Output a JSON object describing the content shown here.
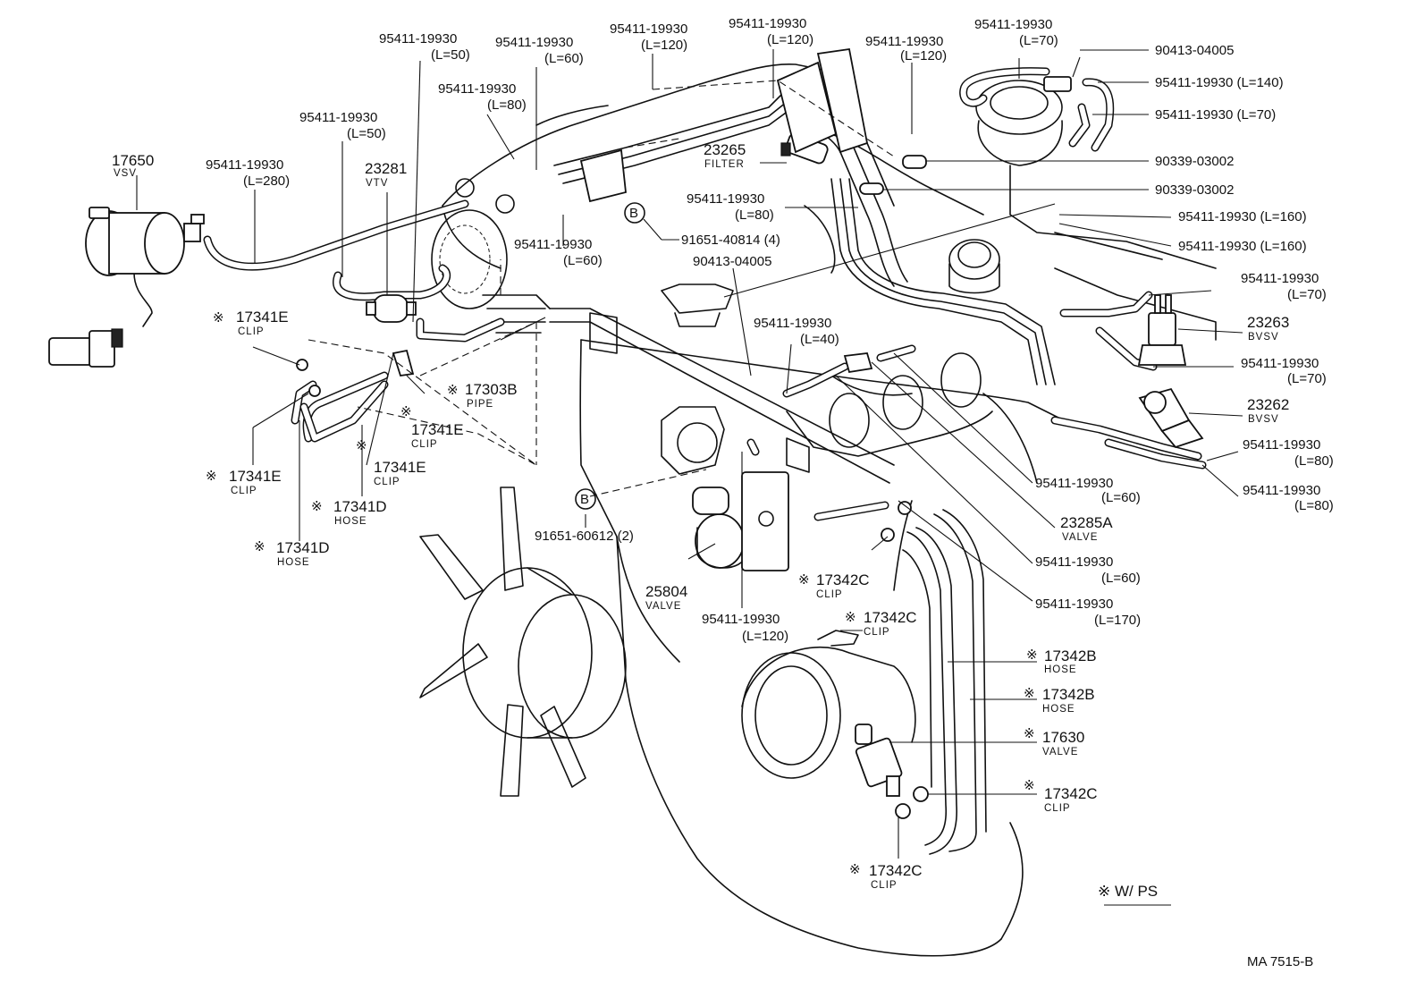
{
  "labels": {
    "vsv_num": "17650",
    "vsv_name": "VSV",
    "hose_l280_num": "95411-19930",
    "hose_l280_len": "(L=280)",
    "vtv_num": "23281",
    "vtv_name": "VTV",
    "hose_l50a_num": "95411-19930",
    "hose_l50a_len": "(L=50)",
    "hose_l50b_num": "95411-19930",
    "hose_l50b_len": "(L=50)",
    "hose_l60a_num": "95411-19930",
    "hose_l60a_len": "(L=60)",
    "hose_l80a_num": "95411-19930",
    "hose_l80a_len": "(L=80)",
    "hose_l120a_num": "95411-19930",
    "hose_l120a_len": "(L=120)",
    "hose_l120b_num": "95411-19930",
    "hose_l120b_len": "(L=120)",
    "hose_l120c_num": "95411-19930",
    "hose_l120c_len": "(L=120)",
    "hose_l70top_num": "95411-19930",
    "hose_l70top_len": "(L=70)",
    "clamp_04005_top": "90413-04005",
    "hose_l140": "95411-19930 (L=140)",
    "hose_l70b": "95411-19930 (L=70)",
    "plug_03002a": "90339-03002",
    "plug_03002b": "90339-03002",
    "filter_num": "23265",
    "filter_name": "FILTER",
    "hose_l80b_num": "95411-19930",
    "hose_l80b_len": "(L=80)",
    "hose_l160a": "95411-19930 (L=160)",
    "hose_l160b": "95411-19930 (L=160)",
    "bolt_40814": "91651-40814 (4)",
    "hose_l60b_num": "95411-19930",
    "hose_l60b_len": "(L=60)",
    "clamp_04005_mid": "90413-04005",
    "hose_l70c_num": "95411-19930",
    "hose_l70c_len": "(L=70)",
    "bvsv_23263_num": "23263",
    "bvsv_23263_name": "BVSV",
    "hose_l70d_num": "95411-19930",
    "hose_l70d_len": "(L=70)",
    "bvsv_23262_num": "23262",
    "bvsv_23262_name": "BVSV",
    "hose_l80c_num": "95411-19930",
    "hose_l80c_len": "(L=80)",
    "hose_l80d_num": "95411-19930",
    "hose_l80d_len": "(L=80)",
    "hose_l40_num": "95411-19930",
    "hose_l40_len": "(L=40)",
    "clip_17341e_a_num": "17341E",
    "clip_17341e_a_name": "CLIP",
    "pipe_17303b_num": "17303B",
    "pipe_17303b_name": "PIPE",
    "clip_17341e_b_num": "17341E",
    "clip_17341e_b_name": "CLIP",
    "clip_17341e_c_num": "17341E",
    "clip_17341e_c_name": "CLIP",
    "clip_17341e_d_num": "17341E",
    "clip_17341e_d_name": "CLIP",
    "hose_17341d_a_num": "17341D",
    "hose_17341d_a_name": "HOSE",
    "hose_17341d_b_num": "17341D",
    "hose_17341d_b_name": "HOSE",
    "hose_l60c_num": "95411-19930",
    "hose_l60c_len": "(L=60)",
    "valve_23285a_num": "23285A",
    "valve_23285a_name": "VALVE",
    "hose_l60d_num": "95411-19930",
    "hose_l60d_len": "(L=60)",
    "hose_l170_num": "95411-19930",
    "hose_l170_len": "(L=170)",
    "bolt_60612": "91651-60612 (2)",
    "valve_25804_num": "25804",
    "valve_25804_name": "VALVE",
    "hose_l120d_num": "95411-19930",
    "hose_l120d_len": "(L=120)",
    "clip_17342c_a_num": "17342C",
    "clip_17342c_a_name": "CLIP",
    "clip_17342c_b_num": "17342C",
    "clip_17342c_b_name": "CLIP",
    "hose_17342b_a_num": "17342B",
    "hose_17342b_a_name": "HOSE",
    "hose_17342b_b_num": "17342B",
    "hose_17342b_b_name": "HOSE",
    "valve_17630_num": "17630",
    "valve_17630_name": "VALVE",
    "clip_17342c_c_num": "17342C",
    "clip_17342c_c_name": "CLIP",
    "clip_17342c_d_num": "17342C",
    "clip_17342c_d_name": "CLIP",
    "b_marker_1": "B",
    "b_marker_2": "B",
    "mark": "※",
    "legend": "※ W/ PS",
    "figure_code": "MA  7515-B"
  }
}
